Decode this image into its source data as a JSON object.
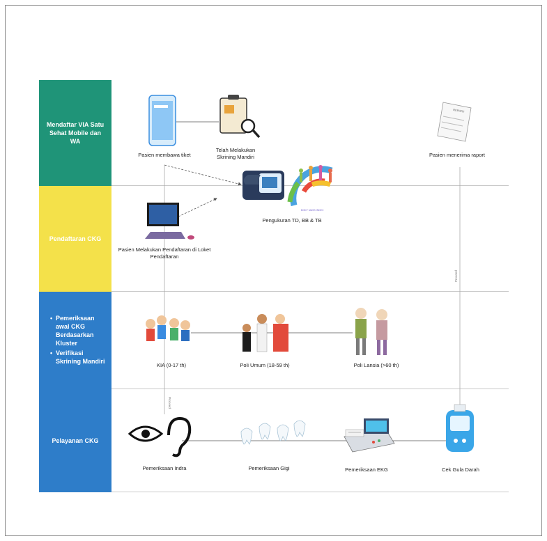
{
  "lanes": [
    {
      "label": "Mendaftar VIA Satu Sehat Mobile dan WA",
      "color": "#1f9478"
    },
    {
      "label": "Pendaftaran CKG",
      "color": "#f4e14a"
    },
    {
      "label_items": [
        "Pemeriksaan awal CKG Berdasarkan Kluster",
        "Verifikasi Skrining Mandiri"
      ],
      "color": "#2e7dc9"
    },
    {
      "label": "Pelayanan CKG",
      "color": "#2e7dc9"
    }
  ],
  "nodes": {
    "ticket": "Pasien membawa tiket",
    "self_screen": "Telah Melakukan Skrining Mandiri",
    "report": "Pasien menerima raport",
    "measure": "Pengukuran TD, BB & TB",
    "register": "Pasien Melakukan Pendaftaran di Loket Pendaftaran",
    "kia": "KIA (0-17 th)",
    "poli_umum": "Poli Umum (18-59 th)",
    "poli_lansia": "Poli Lansia (>60 th)",
    "indra": "Pemeriksaan Indra",
    "gigi": "Pemeriksaan Gigi",
    "ekg": "Pemeriksaan EKG",
    "gula": "Cek Gula Darah"
  },
  "report_doc_title": "REPORT",
  "bmi_text": "BODY MASS INDEX",
  "edge_label_1": "Proceed",
  "edge_label_2": "Proceed"
}
